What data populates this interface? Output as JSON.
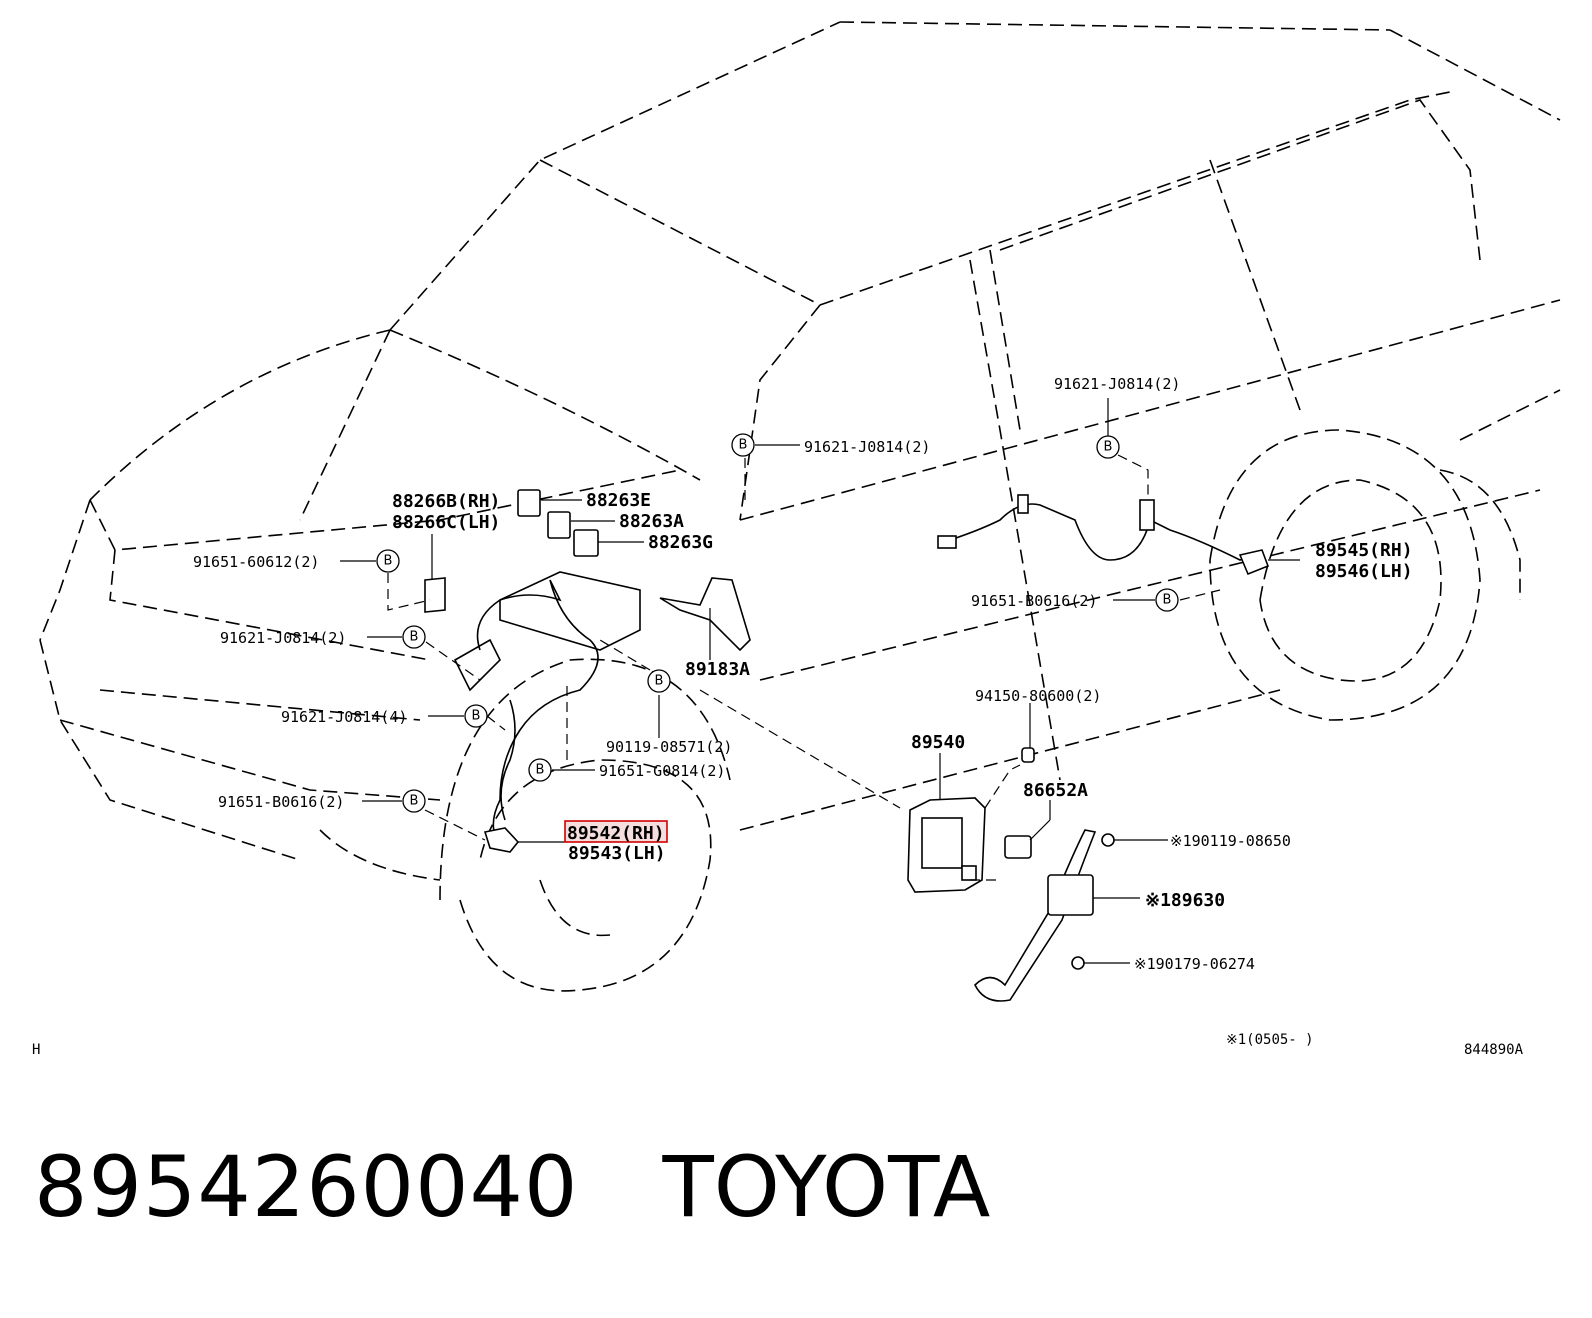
{
  "diagram": {
    "callout_symbol": "B",
    "highlight_color": "#d00000",
    "labels": {
      "l_91621_j0814_top_right": "91621-J0814(2)",
      "l_91621_j0814_mid": "91621-J0814(2)",
      "l_88266b": "88266B(RH)",
      "l_88266c": "88266C(LH)",
      "l_88263e": "88263E",
      "l_88263a": "88263A",
      "l_88263g": "88263G",
      "l_91651_60612": "91651-60612(2)",
      "l_91621_j0814_left": "91621-J0814(2)",
      "l_91621_j0814_4": "91621-J0814(4)",
      "l_89183a": "89183A",
      "l_90119_08571": "90119-08571(2)",
      "l_91651_g0814": "91651-G0814(2)",
      "l_91651_b0616_left": "91651-B0616(2)",
      "l_89542": "89542(RH)",
      "l_89543": "89543(LH)",
      "l_89545": "89545(RH)",
      "l_89546": "89546(LH)",
      "l_91651_b0616_right": "91651-B0616(2)",
      "l_94150_80600": "94150-80600(2)",
      "l_89540": "89540",
      "l_86652a": "86652A",
      "l_190119_08650": "※190119-08650",
      "l_189630": "※189630",
      "l_190179_06274": "※190179-06274",
      "note_1": "※1(0505-      )",
      "corner_mark": "H",
      "diagram_code": "844890A"
    }
  },
  "footer": {
    "part_number": "8954260040",
    "brand": "TOYOTA"
  }
}
